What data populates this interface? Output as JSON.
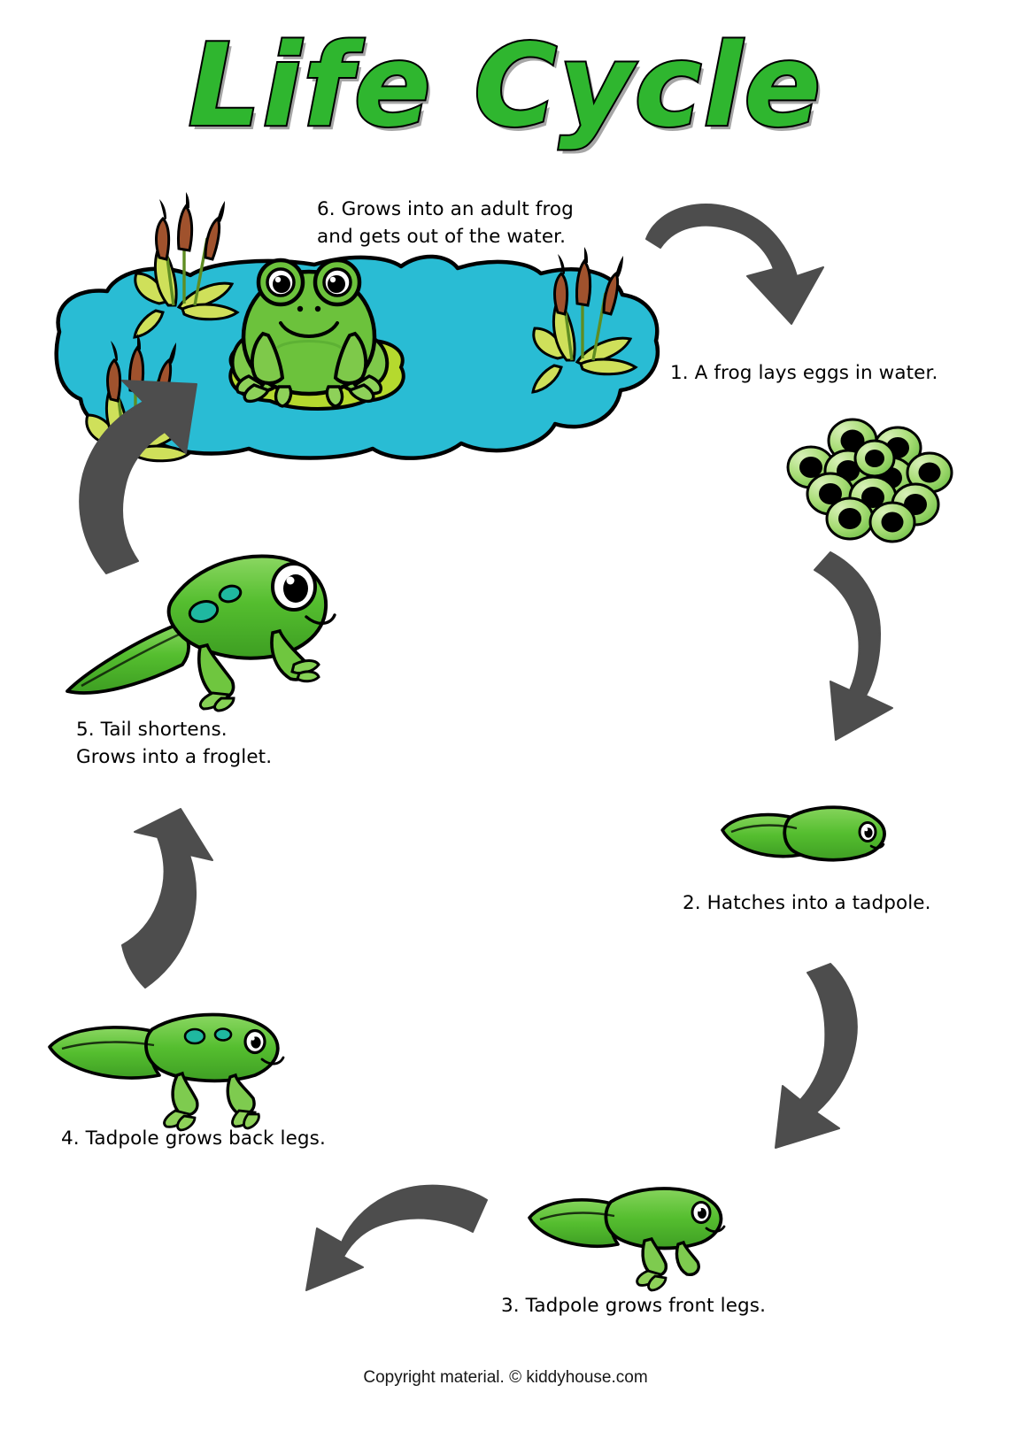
{
  "page": {
    "title": "Life Cycle",
    "footer": "Copyright material. © kiddyhouse.com",
    "subject": "frog"
  },
  "palette": {
    "title_green": "#2fb62f",
    "pond_blue": "#29bcd4",
    "lilypad_green": "#b5d92e",
    "frog_green": "#5ec12e",
    "tadpole_green": "#4fbe2e",
    "egg_green": "#9ed86a",
    "egg_center": "#000000",
    "arrow_grey": "#4d4d4d",
    "cattail_brown": "#a0522d",
    "reed_green": "#b9d14a",
    "spot_teal": "#1fb8a0",
    "outline": "#000000",
    "text": "#000000"
  },
  "stages": [
    {
      "id": "stage-1",
      "number": "1",
      "caption": "1. A frog lays eggs in water.",
      "illustration": "frog-eggs",
      "egg_count": 12
    },
    {
      "id": "stage-2",
      "number": "2",
      "caption": "2. Hatches into a tadpole.",
      "illustration": "tadpole"
    },
    {
      "id": "stage-3",
      "number": "3",
      "caption": "3. Tadpole grows front legs.",
      "illustration": "tadpole-front-legs"
    },
    {
      "id": "stage-4",
      "number": "4",
      "caption": "4. Tadpole grows back legs.",
      "illustration": "tadpole-back-legs"
    },
    {
      "id": "stage-5",
      "number": "5",
      "caption": "5. Tail shortens.\nGrows into a froglet.",
      "illustration": "froglet"
    },
    {
      "id": "stage-6",
      "number": "6",
      "caption": "6. Grows into an adult frog\nand gets out of the water.",
      "illustration": "adult-frog-on-pond"
    }
  ],
  "arrows": [
    {
      "id": "arrow-6-to-1",
      "from": "stage-6",
      "to": "stage-1"
    },
    {
      "id": "arrow-1-to-2",
      "from": "stage-1",
      "to": "stage-2"
    },
    {
      "id": "arrow-2-to-3",
      "from": "stage-2",
      "to": "stage-3"
    },
    {
      "id": "arrow-3-to-4",
      "from": "stage-3",
      "to": "stage-4"
    },
    {
      "id": "arrow-4-to-5",
      "from": "stage-4",
      "to": "stage-5"
    },
    {
      "id": "arrow-5-to-6",
      "from": "stage-5",
      "to": "stage-6"
    }
  ]
}
